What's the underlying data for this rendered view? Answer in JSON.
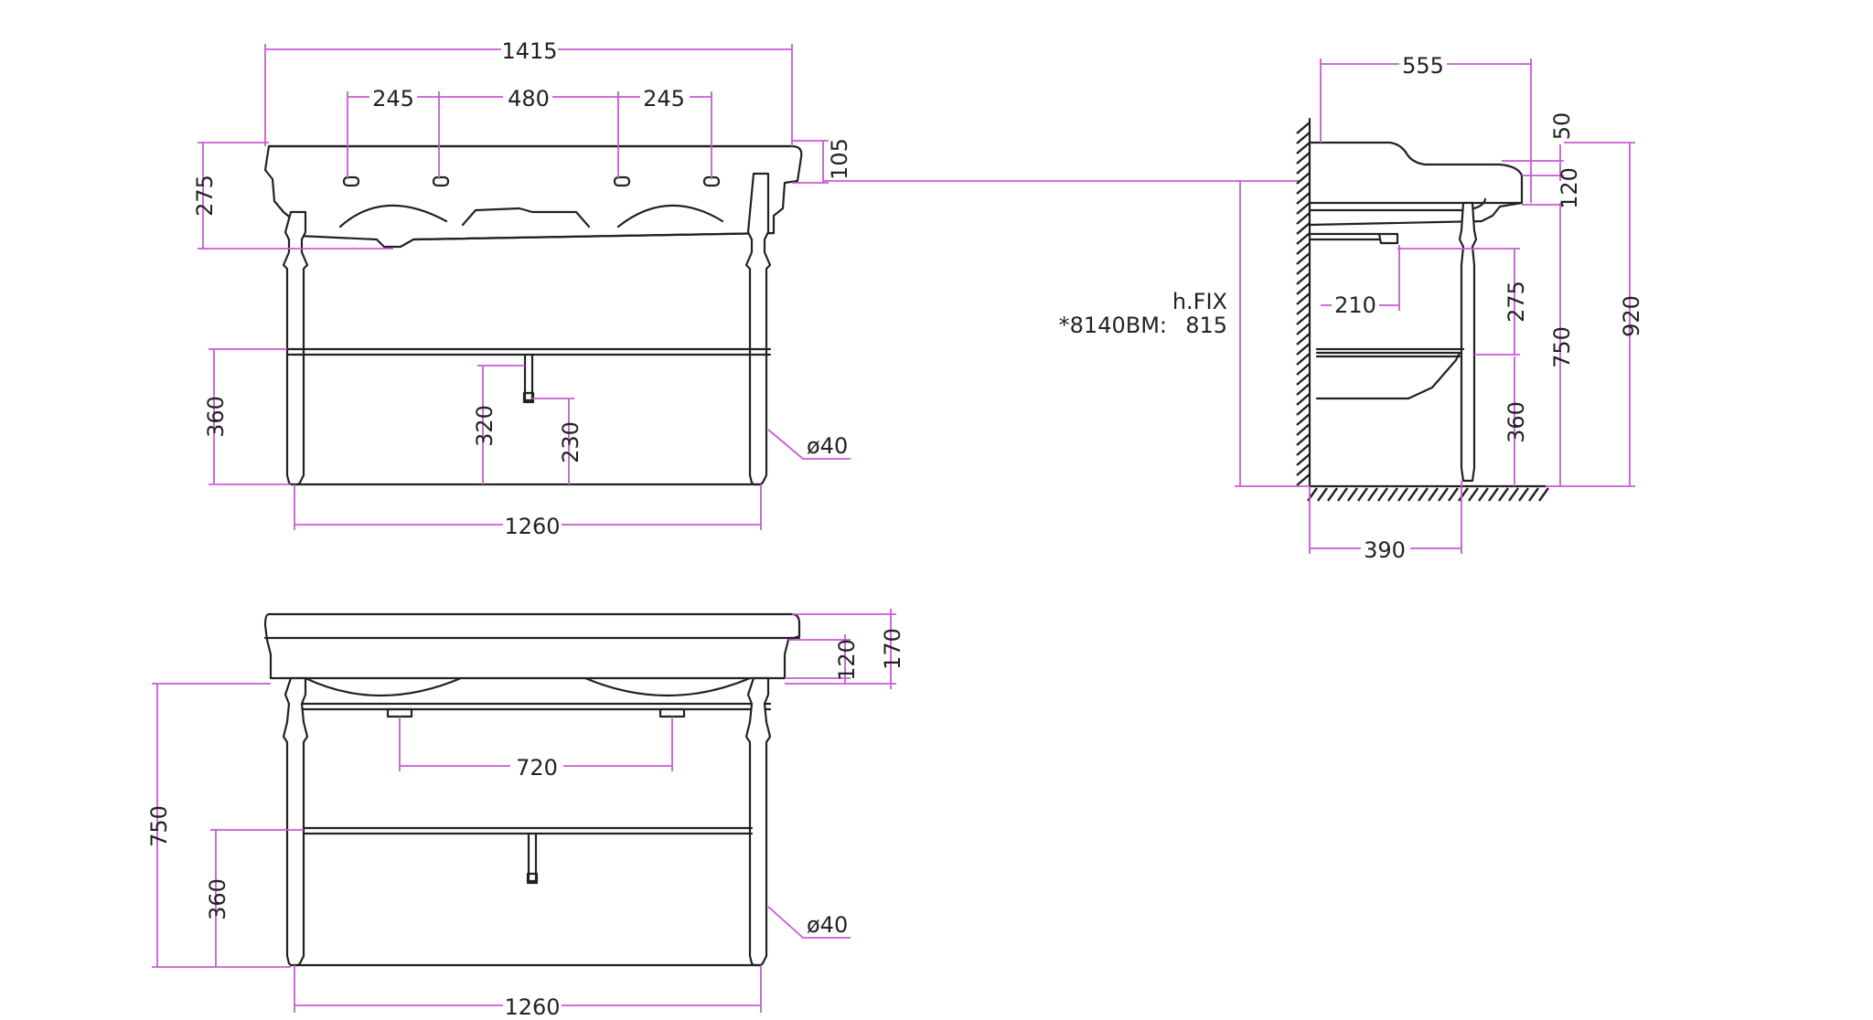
{
  "colors": {
    "outline": "#222222",
    "dimension": "#c75bd3",
    "background": "#ffffff"
  },
  "front_view": {
    "overall_width": "1415",
    "tap_spacing_left": "245",
    "tap_spacing_center": "480",
    "tap_spacing_right": "245",
    "basin_depth": "275",
    "rim_height": "105",
    "shelf_height": "360",
    "waste_height": "320",
    "trap_height": "230",
    "leg_diameter": "ø40",
    "leg_span": "1260"
  },
  "rear_view": {
    "rim_height": "120",
    "overall_height": "170",
    "bracket_spacing": "720",
    "height": "750",
    "shelf_height": "360",
    "leg_diameter": "ø40",
    "leg_span": "1260"
  },
  "side_view": {
    "depth": "555",
    "lip": "50",
    "rim": "120",
    "waste_offset": "210",
    "basin_drop": "275",
    "shelf_height": "360",
    "height": "750",
    "overall_height": "920",
    "leg_depth": "390",
    "fix_label": "h.FIX",
    "fix_model": "*8140BM:",
    "fix_value": "815"
  }
}
